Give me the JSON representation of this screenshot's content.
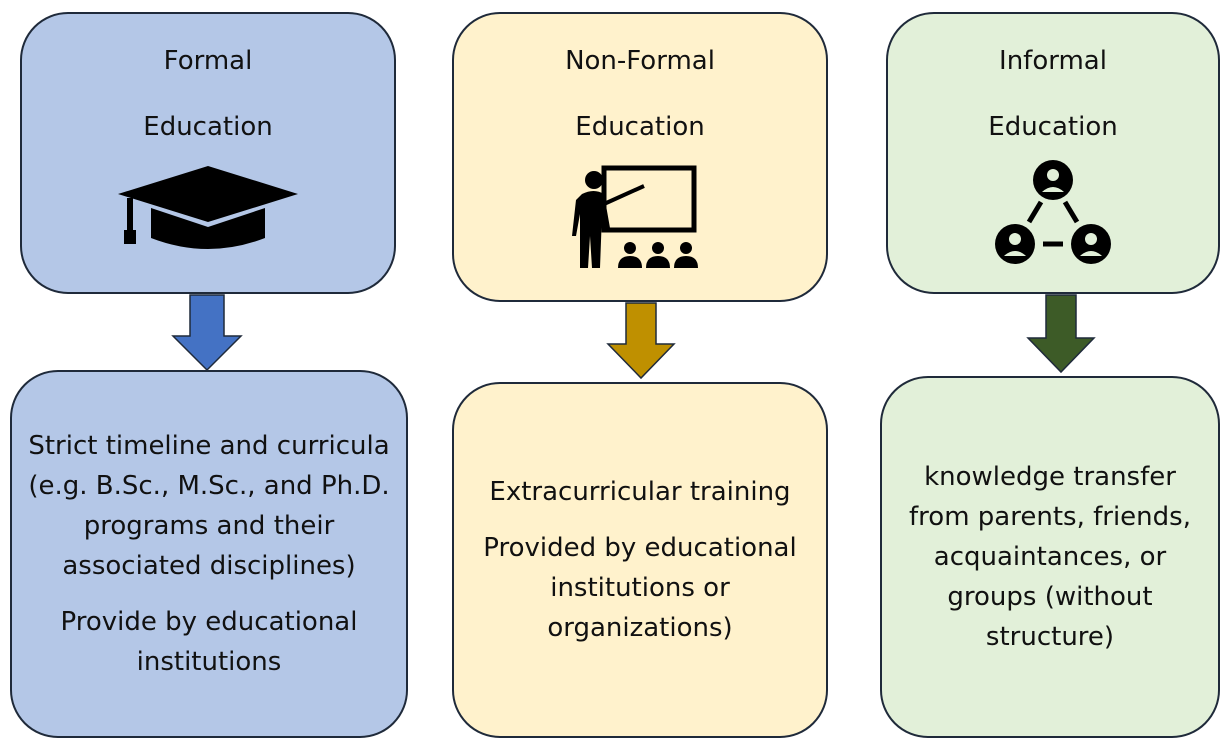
{
  "columns": [
    {
      "title_line1": "Formal",
      "title_line2": "Education",
      "icon": "graduation-cap-icon",
      "description": "Strict timeline and curricula (e.g. B.Sc., M.Sc., and Ph.D. programs and their associated disciplines)",
      "provider": "Provide by educational institutions"
    },
    {
      "title_line1": "Non-Formal",
      "title_line2": "Education",
      "icon": "teacher-presentation-icon",
      "description": "Extracurricular training",
      "provider": "Provided by educational institutions or organizations)"
    },
    {
      "title_line1": "Informal",
      "title_line2": "Education",
      "icon": "people-network-icon",
      "description": "knowledge transfer from parents, friends, acquaintances, or groups (without structure)"
    }
  ],
  "colors": {
    "formal_fill": "#b4c7e7",
    "formal_arrow": "#4472c4",
    "nonformal_fill": "#fff2cc",
    "nonformal_arrow": "#bf9000",
    "informal_fill": "#e2f0d9",
    "informal_arrow": "#3d5b27",
    "border": "#1f2a3a"
  }
}
